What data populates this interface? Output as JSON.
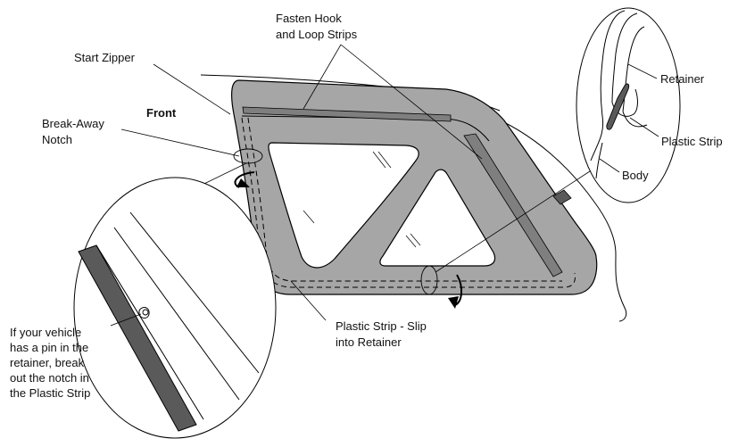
{
  "labels": {
    "fasten_hook_line1": "Fasten Hook",
    "fasten_hook_line2": "and Loop Strips",
    "start_zipper": "Start Zipper",
    "front": "Front",
    "break_away_line1": "Break-Away",
    "break_away_line2": "Notch",
    "retainer": "Retainer",
    "plastic_strip": "Plastic Strip",
    "body": "Body",
    "plastic_strip_slip_line1": "Plastic Strip - Slip",
    "plastic_strip_slip_line2": "into Retainer",
    "pin_note_lines": [
      "If your vehicle",
      "has a pin in the",
      "retainer, break",
      "out the notch in",
      "the Plastic Strip"
    ]
  },
  "colors": {
    "panel_fill": "#a6a6a6",
    "strip_fill": "#7f7f7f",
    "dark_strip": "#5a5a5a",
    "line": "#000000"
  }
}
